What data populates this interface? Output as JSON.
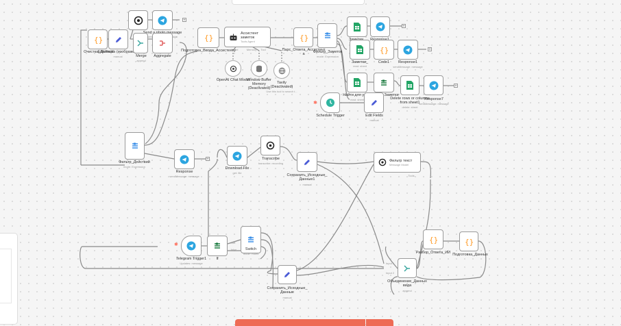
{
  "nodes": {
    "n_openai_top": {
      "title": "",
      "sub": ""
    },
    "n_send_top": {
      "title": "Send a photo message",
      "sub": "sendMessage: message"
    },
    "n_clean": {
      "title": "Очистка_Данных",
      "sub": ""
    },
    "n_edit_top": {
      "title": "Edit Fields (изображение)",
      "sub": "manual"
    },
    "n_merge": {
      "title": "Merge",
      "sub": ""
    },
    "n_aggregate": {
      "title": "Aggregate",
      "sub": "append"
    },
    "n_prep_query": {
      "title": "Подготовка_Ввода_Ассистенту",
      "sub": ""
    },
    "n_assistant": {
      "title": "Ассистент заметок",
      "sub": "Tools Agent"
    },
    "n_parse": {
      "title": "Парс_Ответа_Ассистента",
      "sub": ""
    },
    "n_filter_notes": {
      "title": "Фильтр_Заметок",
      "sub": "mode: Expression"
    },
    "n_sheet1": {
      "title": "Заметки_",
      "sub": ""
    },
    "n_resp1": {
      "title": "Response1",
      "sub": ""
    },
    "n_sheet2": {
      "title": "Заметки_",
      "sub": "read: sheet"
    },
    "n_code1": {
      "title": "Code1",
      "sub": ""
    },
    "n_resp_send": {
      "title": "Response1",
      "sub": "sendMessage: message"
    },
    "n_find": {
      "title": "Найти для уда...",
      "sub": "read: sheet"
    },
    "n_if2": {
      "title": "Заметки",
      "sub": ""
    },
    "n_delete": {
      "title": "Delete rows or columns from sheet1",
      "sub": "delete: sheet"
    },
    "n_resp7": {
      "title": "Response7",
      "sub": "sendMessage: message"
    },
    "n_schedule": {
      "title": "Schedule Trigger",
      "sub": ""
    },
    "n_editfields": {
      "title": "Edit Fields",
      "sub": "manual"
    },
    "n_filter_actions": {
      "title": "Фильтр_Действий",
      "sub": "mode: Expression"
    },
    "n_response": {
      "title": "Response",
      "sub": "sendMessage: message"
    },
    "n_download": {
      "title": "Download File",
      "sub": "get: file"
    },
    "n_transcribe": {
      "title": "Transcribe",
      "sub": "transcribe: recording"
    },
    "n_save1": {
      "title": "Сохранить_Исходные_Данные1",
      "sub": "manual"
    },
    "n_filter_text": {
      "title": "Фильтр текст",
      "sub": "Message Model"
    },
    "n_tg_trigger": {
      "title": "Telegram Trigger1",
      "sub": "Updates: message"
    },
    "n_if": {
      "title": "If",
      "sub": ""
    },
    "n_switch": {
      "title": "Switch",
      "sub": "mode: Rules"
    },
    "n_save2": {
      "title": "Сохранить_Исходные_Данные",
      "sub": "manual"
    },
    "n_parse_ai": {
      "title": "Разбор_Ответа_ИИ",
      "sub": ""
    },
    "n_prep_data": {
      "title": "Подготовка_Данных",
      "sub": ""
    },
    "n_combine": {
      "title": "Объединение_Данных вида",
      "sub": "append"
    }
  },
  "subnodes": {
    "openai_model": {
      "title": "OpenAI Chat Model",
      "sub": ""
    },
    "memory": {
      "title": "Window Buffer Memory (Deactivated)",
      "sub": ""
    },
    "tavily": {
      "title": "Tavily (Deactivated)",
      "sub": "Use this tool to search t..."
    }
  },
  "port_labels": {
    "model": "Model",
    "memory": "Memory",
    "tool": "Tool",
    "tools": "Tools",
    "true": "true",
    "false": "false",
    "input1": "Input 1",
    "input2": "Input 2"
  },
  "colors": {
    "telegram": "#2ca5e0",
    "sheets": "#23a566",
    "code": "#ff9922",
    "edit": "#4a5bd6",
    "filter": "#3a8fe8",
    "if_green": "#1a7a3f",
    "wire": "#8a8a8a",
    "accent": "#ee6b55"
  }
}
